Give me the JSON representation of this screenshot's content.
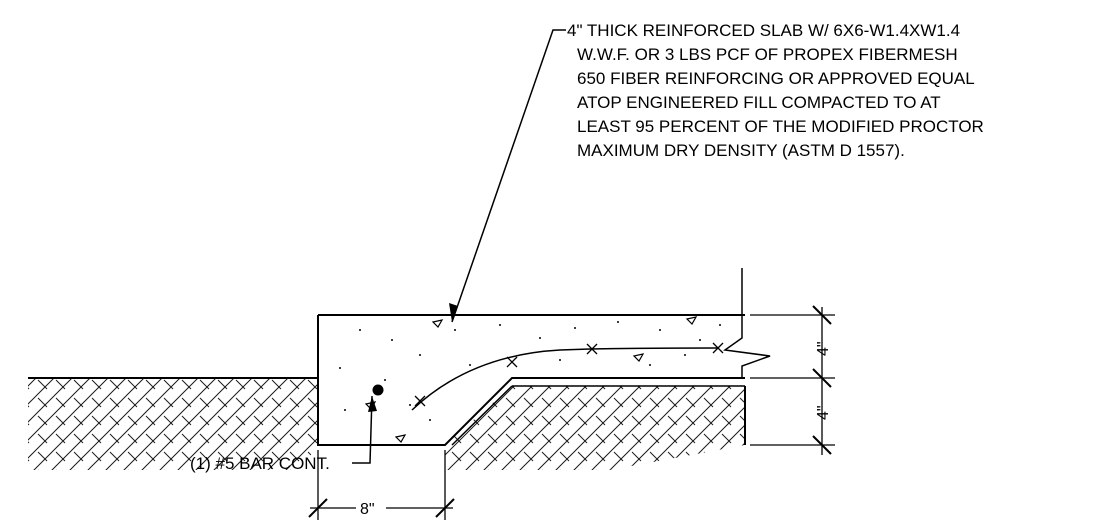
{
  "slab_callout": {
    "lines": [
      "4\" THICK REINFORCED SLAB W/  6X6-W1.4XW1.4",
      "W.W.F. OR 3 LBS PCF OF PROPEX FIBERMESH",
      "650 FIBER REINFORCING OR APPROVED EQUAL",
      "ATOP ENGINEERED FILL COMPACTED TO AT",
      "LEAST 95 PERCENT OF THE MODIFIED PROCTOR",
      "MAXIMUM DRY DENSITY (ASTM D 1557)."
    ]
  },
  "bar_callout": "(1) #5 BAR CONT.",
  "dimensions": {
    "slab_thickness": "4\"",
    "thickened_depth": "4\"",
    "footing_width": "8\""
  },
  "colors": {
    "line": "#000000",
    "background": "#ffffff"
  }
}
